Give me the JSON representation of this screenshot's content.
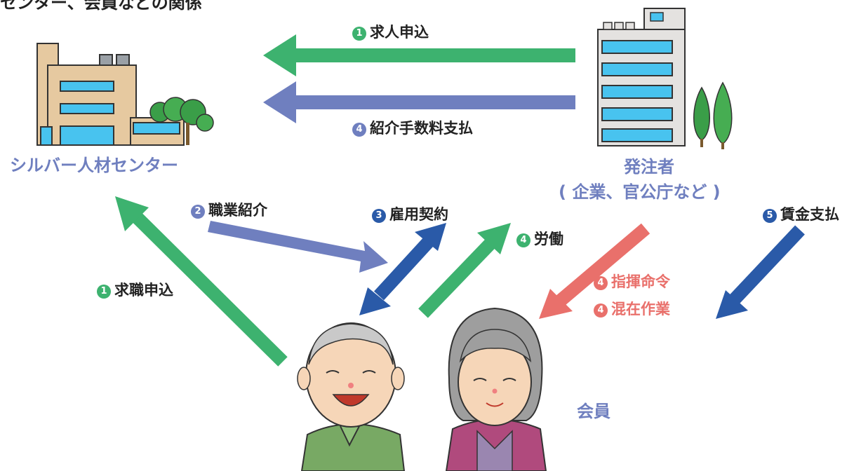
{
  "title": "センター、会員などの関係",
  "entities": {
    "center": "シルバー人材センター",
    "client": "発注者",
    "client_note": "( 企業、官公庁など )",
    "member": "会員"
  },
  "flows": [
    {
      "id": "f1",
      "num": "1",
      "label": "求人申込",
      "color": "#3db26f"
    },
    {
      "id": "f2",
      "num": "4",
      "label": "紹介手数料支払",
      "color": "#6f7fbf"
    },
    {
      "id": "f3",
      "num": "2",
      "label": "職業紹介",
      "color": "#6f7fbf"
    },
    {
      "id": "f4",
      "num": "3",
      "label": "雇用契約",
      "color": "#2a5aa8"
    },
    {
      "id": "f5",
      "num": "4",
      "label": "労働",
      "color": "#3db26f"
    },
    {
      "id": "f6",
      "num": "5",
      "label": "賃金支払",
      "color": "#2a5aa8"
    },
    {
      "id": "f7",
      "num": "4",
      "label": "指揮命令",
      "color": "#e9706b"
    },
    {
      "id": "f8",
      "num": "4",
      "label": "混在作業",
      "color": "#e9706b"
    },
    {
      "id": "f9",
      "num": "1",
      "label": "求職申込",
      "color": "#3db26f"
    }
  ],
  "colors": {
    "green": "#3db26f",
    "purple": "#6f7fbf",
    "navy": "#2a5aa8",
    "salmon": "#e9706b",
    "building_tan": "#e6c9a0",
    "building_gray": "#e4e2e0",
    "window": "#48c3ef"
  }
}
